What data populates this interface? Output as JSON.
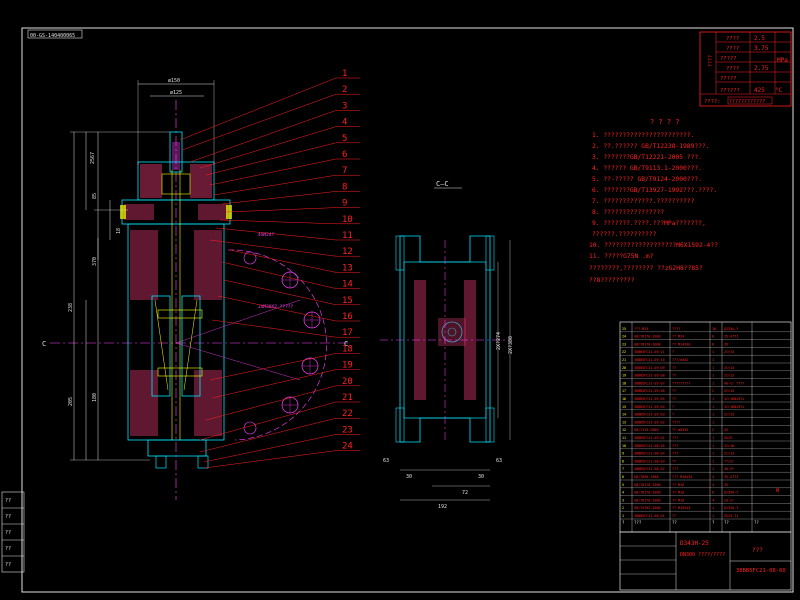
{
  "drawing_code": "00-GS-140400065",
  "spec_table": {
    "rows": [
      {
        "label": "????",
        "value": "2.5",
        "unit": ""
      },
      {
        "label": "????",
        "value": "3.75",
        "unit": "MPa"
      },
      {
        "label": "?????",
        "value": "",
        "unit": ""
      },
      {
        "label": "????",
        "value": "2.75",
        "unit": ""
      },
      {
        "label": "?????",
        "value": "",
        "unit": ""
      },
      {
        "label": "??????",
        "value": "425",
        "unit": "°C"
      }
    ],
    "group_label": "????",
    "footer_label": "????:",
    "footer_value": "????????????"
  },
  "notes": {
    "title": "? ? ? ?",
    "items": [
      "1. ???????????????????????.",
      "2. ??.??????  GB/T12238-1989???.",
      "3. ???????GB/T12221-2005 ???.",
      "4. ??????  GB/T9113.1-2000???.",
      "5. ??-?????  GB/T9124-2000???.",
      "6. ???????GB/T13927-1992???.????.",
      "7. ?????????????.??????????",
      "8. ????????????????",
      "9. ???????.????.???MPa???????,",
      "   ??????.??????????",
      "10. ???????????????????M6X1592-4??",
      "11. ?????G75N .m?",
      "   ????????,???????? ??zG2H8??85?",
      "   ??8?????????"
    ]
  },
  "section_label": "C—C",
  "cut_labels": [
    "C",
    "C"
  ],
  "part_numbers": [
    "1",
    "2",
    "3",
    "4",
    "5",
    "6",
    "7",
    "8",
    "9",
    "10",
    "11",
    "12",
    "13",
    "14",
    "15",
    "16",
    "17",
    "18",
    "19",
    "20",
    "21",
    "22",
    "23",
    "24"
  ],
  "dimensions": {
    "top1": "ø150",
    "top2": "ø125",
    "left_a": "2567",
    "left_b": "85",
    "left_c": "18",
    "left_d": "370",
    "left_e": "238",
    "left_f": "180",
    "left_g": "205",
    "side_a": "2X?274",
    "side_b": "2X?380",
    "bot_a": "63",
    "bot_b": "30",
    "bot_c": "72",
    "bot_d": "30",
    "bot_e": "63",
    "bot_f": "192",
    "note_a": "4XM24?",
    "note_b": "2XM30X2\n?????"
  },
  "bom": {
    "rows": [
      [
        "25",
        "???-M24",
        "????",
        "10",
        "Q235A-Y",
        ""
      ],
      [
        "24",
        "GB/T6170-2000",
        "?? M24",
        "8",
        "35-GTTI",
        ""
      ],
      [
        "23",
        "GB/T6170-2000",
        "?? M14X30",
        "8",
        "35",
        ""
      ],
      [
        "22",
        "38BB5FC21-09-11",
        "?",
        "1",
        "2Cr13",
        ""
      ],
      [
        "21",
        "38BB5FC21-09-10",
        "???/#402",
        "1",
        "",
        ""
      ],
      [
        "20",
        "38BB5FC21-09-09",
        "??",
        "1",
        "2Cr13",
        ""
      ],
      [
        "19",
        "38BB5FC21-09-08",
        "??",
        "1",
        "2Cr13",
        ""
      ],
      [
        "18",
        "38BB5FC21-09-07",
        "?????????",
        "1",
        "40-Cr ????",
        ""
      ],
      [
        "17",
        "38BB5FC21-09-06",
        "??",
        "2",
        "2Cr13",
        ""
      ],
      [
        "16",
        "38BB5FC21-09-05",
        "??",
        "1",
        "1Cr18Ni9Ti",
        ""
      ],
      [
        "15",
        "38BB5FC21-09-04",
        "?",
        "1",
        "1Cr18Ni9Ti",
        ""
      ],
      [
        "14",
        "38BB5FC21-09-03",
        "?",
        "1",
        "2Cr13",
        ""
      ],
      [
        "13",
        "38BB5FC21-09-02",
        "????",
        "1",
        "",
        ""
      ],
      [
        "12",
        "GB/T119-2000",
        "?? ø8X35",
        "2",
        "45",
        ""
      ],
      [
        "11",
        "38BB5FC21-09-01",
        "???",
        "1",
        "ZG25",
        ""
      ],
      [
        "10",
        "38BB5FC21-08-05",
        "???",
        "1",
        "1Cr18",
        ""
      ],
      [
        "9",
        "38BB5FC21-08-04",
        "???",
        "1",
        "2Cr13",
        ""
      ],
      [
        "8",
        "38BB5FC21-08-03",
        "??",
        "1",
        "??/Cr",
        ""
      ],
      [
        "7",
        "38BB5FC21-08-02",
        "???",
        "1",
        "40-Cr",
        ""
      ],
      [
        "6",
        "GB/T898-1988",
        "??? M16X35",
        "4",
        "35-GTTI",
        ""
      ],
      [
        "5",
        "GB/T6170-2000",
        "?? M16",
        "4",
        "35",
        ""
      ],
      [
        "4",
        "GB/T6170-2000",
        "?? M16",
        "8",
        "Q235A-Y",
        ""
      ],
      [
        "3",
        "GB/T6170-2000",
        "?? M16",
        "4",
        "20-Cr",
        ""
      ],
      [
        "2",
        "GB/T5782-2000",
        "?? M16X45",
        "4",
        "Q235A-Y",
        ""
      ],
      [
        "1",
        "38BB5FC21-08-01",
        "??",
        "1",
        "ZG25-II",
        ""
      ]
    ],
    "header": [
      "?",
      "???",
      "??",
      "?",
      "??",
      "??"
    ],
    "side_mark": "W"
  },
  "title_block": {
    "model": "D343H-25",
    "name": "DN300 ????/????",
    "title": "???",
    "drawing_no": "38BB5FC21-08-00"
  },
  "left_stamp": [
    "??",
    "??",
    "??",
    "??",
    "??"
  ]
}
